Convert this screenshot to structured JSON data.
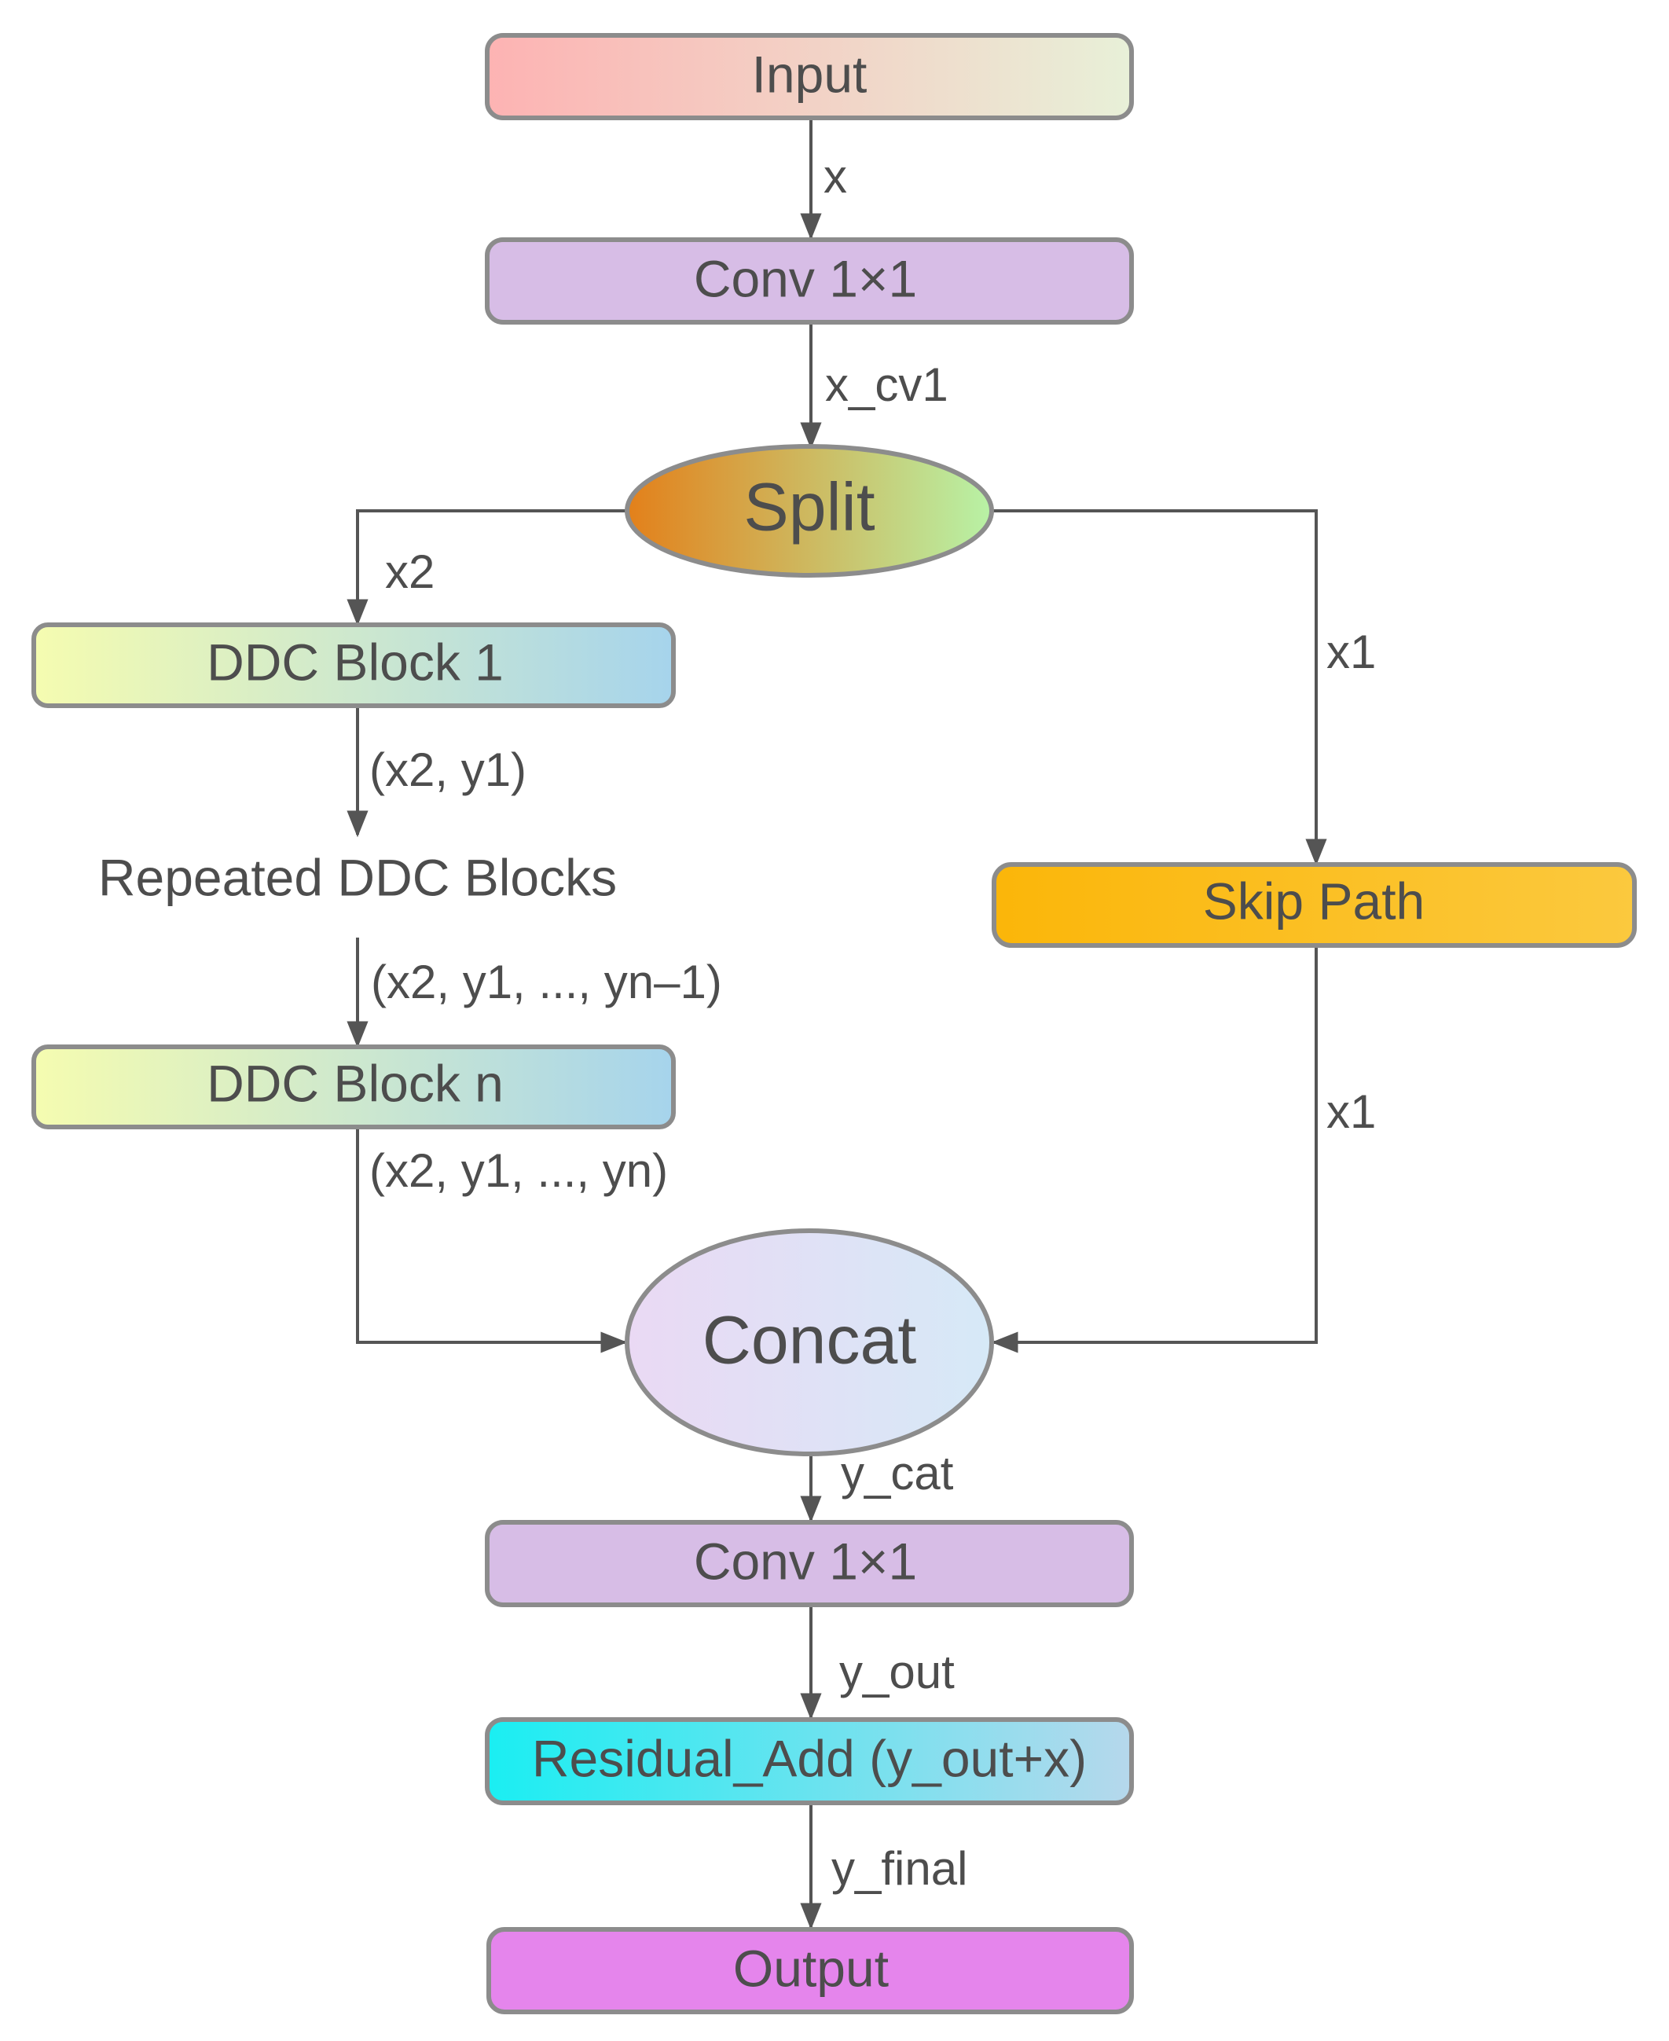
{
  "colors": {
    "input_left": "#fdb3b3",
    "input_right": "#e8f0d8",
    "conv": "#d7bde6",
    "split_left": "#e3801a",
    "split_right": "#b8f2a6",
    "ddc_left": "#f5fcb0",
    "ddc_right": "#a6d4ec",
    "skip_left": "#fbb609",
    "skip_right": "#fbc93e",
    "concat_left": "#ead9f4",
    "concat_right": "#d6e9f7",
    "residual_left": "#1aeef2",
    "residual_right": "#b6d8ec",
    "output": "#e585ec",
    "stroke": "#8c8c8c",
    "edge": "#555555"
  },
  "nodes": {
    "input": "Input",
    "conv1": "Conv 1×1",
    "split": "Split",
    "ddc1": "DDC Block 1",
    "repeated": "Repeated DDC Blocks",
    "ddcn": "DDC Block n",
    "skip": "Skip Path",
    "concat": "Concat",
    "conv2": "Conv 1×1",
    "residual": "Residual_Add (y_out+x)",
    "output": "Output"
  },
  "edges": {
    "input_conv1": "x",
    "conv1_split": "x_cv1",
    "split_ddc1": "x2",
    "split_skip": "x1",
    "ddc1_repeated": "(x2, y1)",
    "repeated_ddcn": "(x2, y1, ..., yn–1)",
    "ddcn_concat": "(x2, y1, ..., yn)",
    "skip_concat": "x1",
    "concat_conv2": "y_cat",
    "conv2_residual": "y_out",
    "residual_output": "y_final"
  }
}
